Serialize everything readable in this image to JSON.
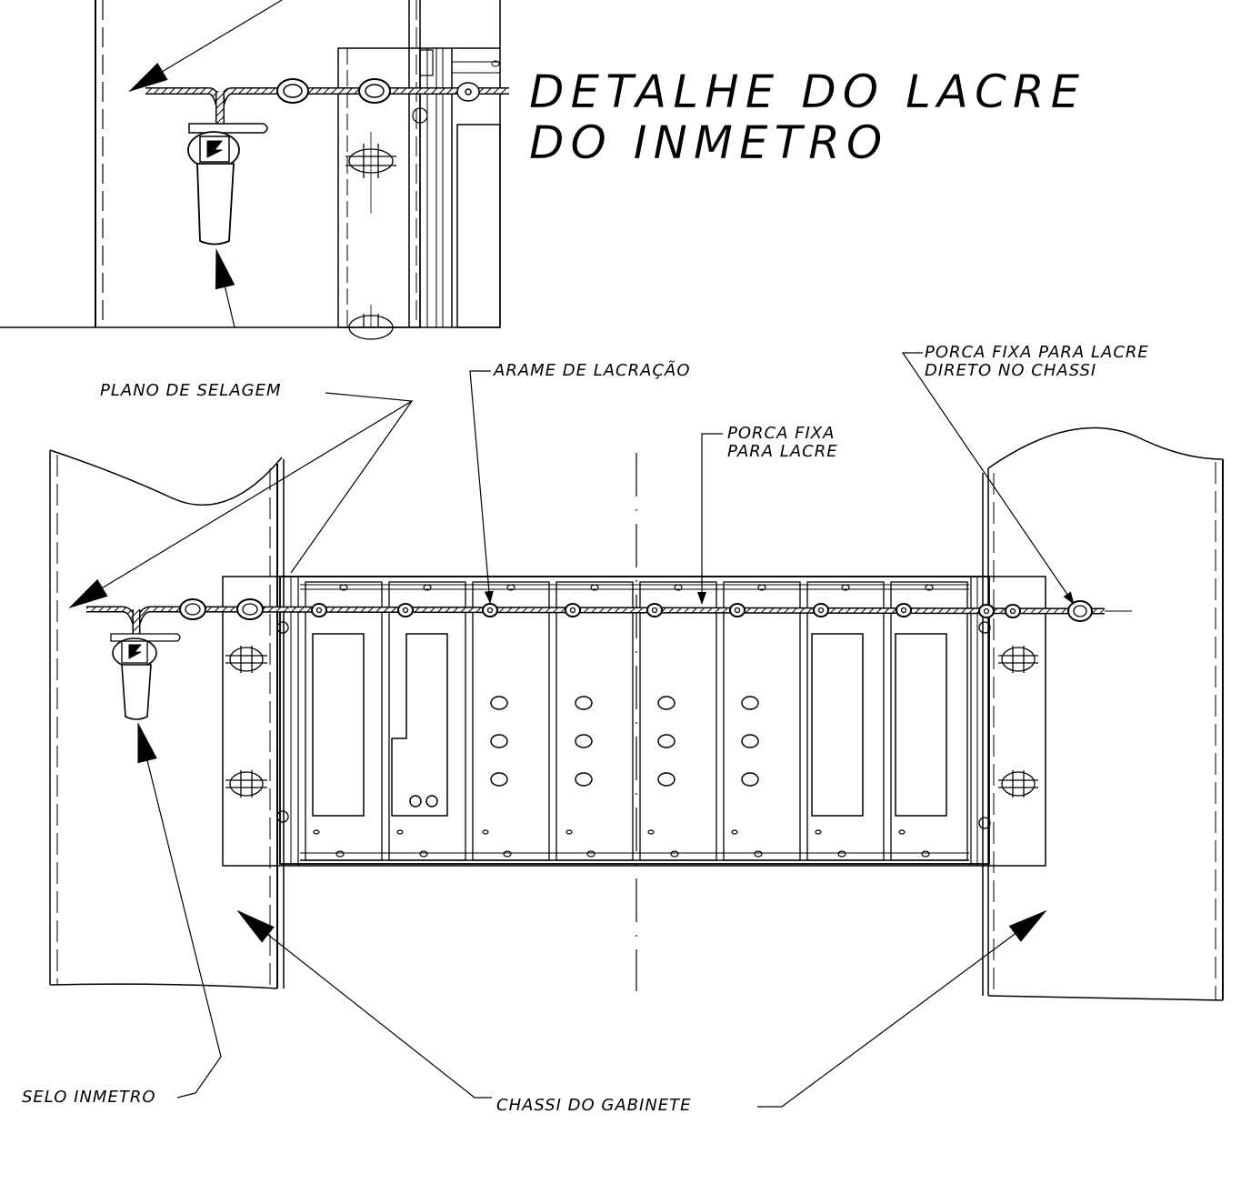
{
  "title_lines": [
    "DETALHE DO LACRE",
    "DO INMETRO"
  ],
  "labels": {
    "plano_de_selagem": "PLANO DE SELAGEM",
    "arame_de_lacracao": "ARAME DE LACRAÇÃO",
    "porca_fixa_lacre": [
      "PORCA FIXA",
      "PARA LACRE"
    ],
    "porca_fixa_chassi": [
      "PORCA FIXA PARA LACRE",
      "DIRETO NO CHASSI"
    ],
    "selo_inmetro": "SELO INMETRO",
    "chassi_do_gabinete": "CHASSI DO GABINETE"
  },
  "colors": {
    "line": "#000000",
    "background": "#ffffff"
  }
}
